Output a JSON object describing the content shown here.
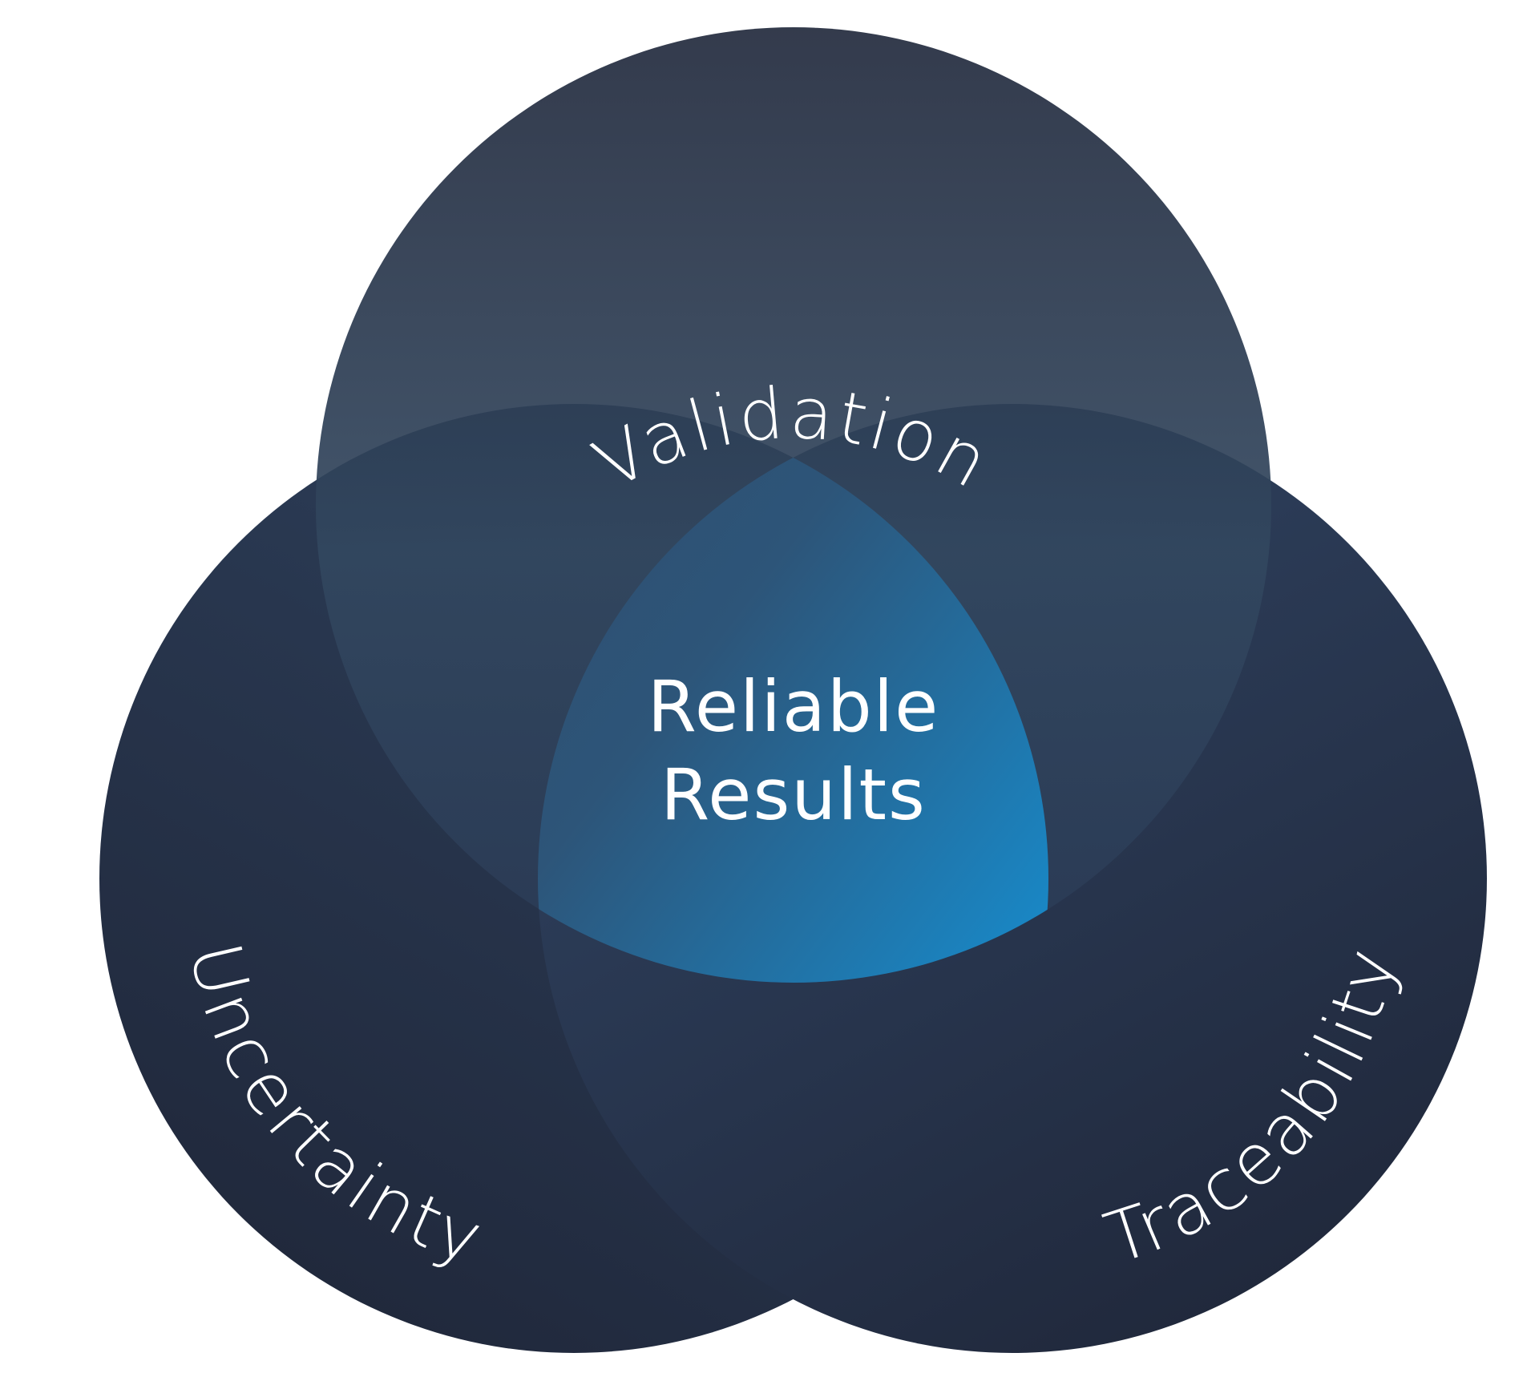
{
  "diagram": {
    "circles": [
      {
        "id": "top",
        "label": "Validation"
      },
      {
        "id": "left",
        "label": "Uncertainty"
      },
      {
        "id": "right",
        "label": "Traceability"
      }
    ],
    "center": {
      "line1": "Reliable",
      "line2": "Results"
    },
    "colors": {
      "circle_dark": "#222a3d",
      "circle_mid": "#2f4360",
      "center_highlight": "#1492d8"
    }
  }
}
